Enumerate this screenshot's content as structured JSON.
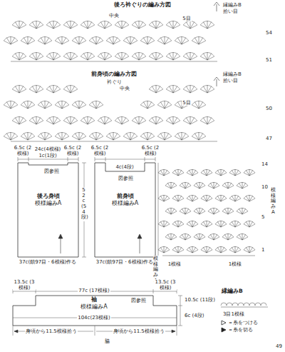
{
  "diagram": {
    "nodes": [
      {
        "text": [
          "後ろ身頃",
          "模様編みA"
        ]
      },
      {
        "text": [
          "前身頃",
          "模様編みA"
        ]
      },
      {
        "text": [
          "袖",
          "模様編みA"
        ]
      }
    ],
    "labels": [
      "後ろ衿ぐりの編み方図",
      "中央",
      "5目",
      "縁編みB",
      "拾い目",
      "54",
      "51",
      "前身頃の編み方図",
      "衿ぐり",
      "中央",
      "5目",
      "縁編みB",
      "拾い目",
      "50",
      "47",
      "6.5c (2模様)",
      "24c(4模様)",
      "6.5c (2模様)",
      "1c(1段)",
      "図参照",
      "52c (54段)",
      "37c(鎖97目・6模様)作る",
      "6.5c (2模様)",
      "4c(4段)",
      "6.5c (2模様)",
      "図参照",
      "37c(鎖97目・6模様)作る",
      "14",
      "10",
      "5",
      "1",
      "模様編みA",
      "模様編みA",
      "1模様",
      "1模様",
      "13.5c (3模様)",
      "77c (17模様)",
      "13.5c (3模様)",
      "図参照",
      "10.5c (11段)",
      "6c (4段)",
      "104c(23模様)",
      "身頃から11.5模様拾う",
      "身頃から11.5模様拾う",
      "脇",
      "縁編みB",
      "3目1模様",
      "49"
    ],
    "legend": [
      {
        "text": "＝糸をつける"
      },
      {
        "text": "＝糸を切る"
      }
    ]
  }
}
